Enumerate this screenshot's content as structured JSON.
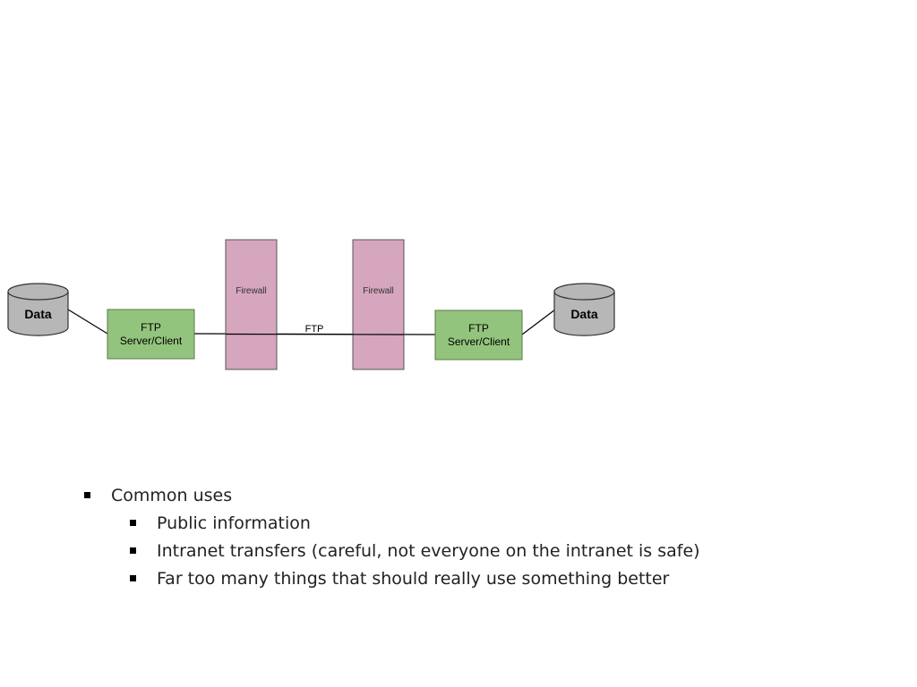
{
  "diagram": {
    "left_db_label": "Data",
    "right_db_label": "Data",
    "left_node_label": [
      "FTP",
      "Server/Client"
    ],
    "right_node_label": [
      "FTP",
      "Server/Client"
    ],
    "firewall_left_label": "Firewall",
    "firewall_right_label": "Firewall",
    "link_label": "FTP",
    "colors": {
      "node_fill": "#93c47d",
      "firewall_fill": "#d5a6bd",
      "db_fill": "#b7b7b7",
      "line": "#000000"
    }
  },
  "bullets": {
    "level1": "Common uses",
    "level2": [
      "Public information",
      "Intranet transfers (careful, not everyone on the intranet is safe)",
      "Far too many things that should really use something better"
    ]
  }
}
